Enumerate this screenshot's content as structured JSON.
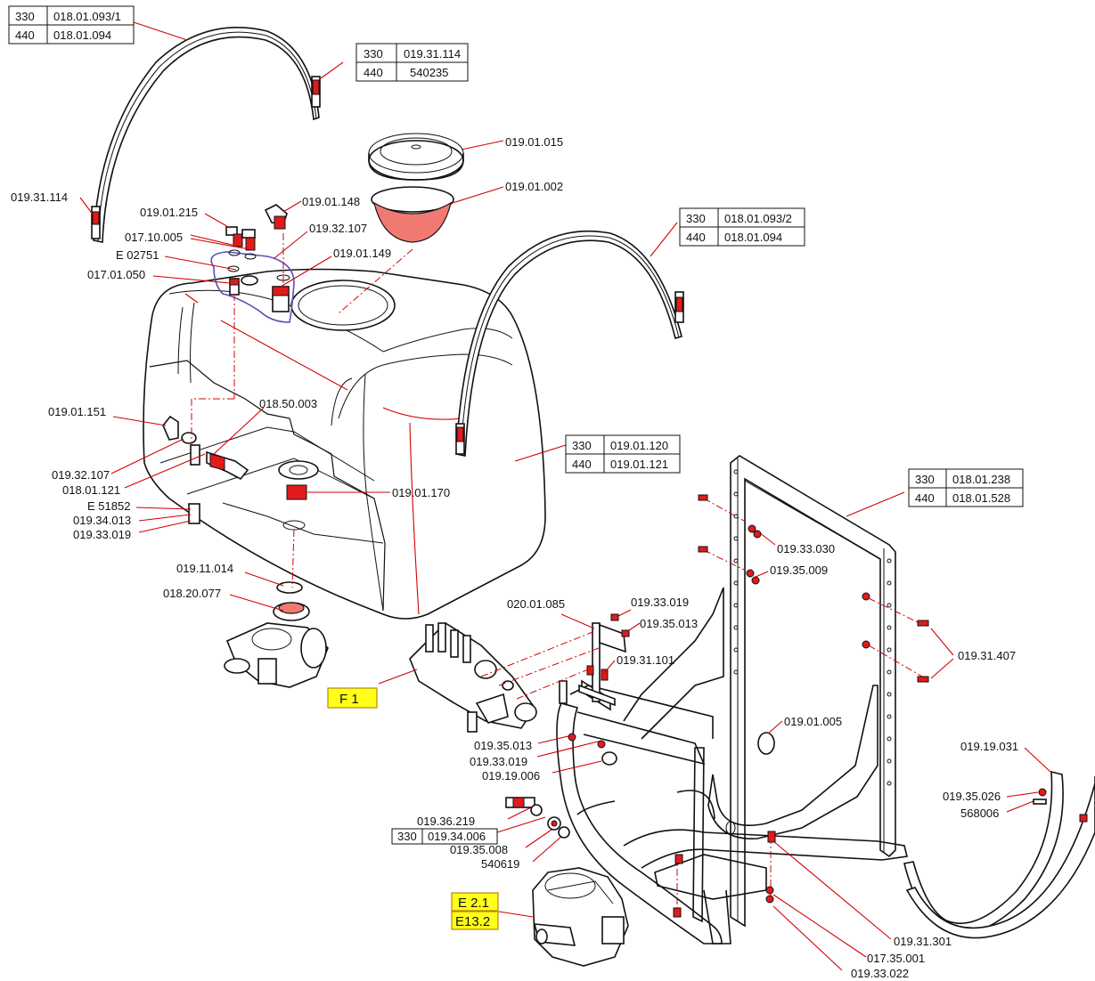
{
  "tables": [
    {
      "id": "t-arch1",
      "rows": [
        [
          "330",
          "018.01.093/1"
        ],
        [
          "440",
          "018.01.094"
        ]
      ]
    },
    {
      "id": "t-bolt",
      "rows": [
        [
          "330",
          "019.31.114"
        ],
        [
          "440",
          "540235"
        ]
      ]
    },
    {
      "id": "t-arch2",
      "rows": [
        [
          "330",
          "018.01.093/2"
        ],
        [
          "440",
          "018.01.094"
        ]
      ]
    },
    {
      "id": "t-tank",
      "rows": [
        [
          "330",
          "019.01.120"
        ],
        [
          "440",
          "019.01.121"
        ]
      ]
    },
    {
      "id": "t-frame",
      "rows": [
        [
          "330",
          "018.01.238"
        ],
        [
          "440",
          "018.01.528"
        ]
      ]
    },
    {
      "id": "t-washer",
      "rows": [
        [
          "330",
          "019.34.006"
        ]
      ]
    }
  ],
  "labels": {
    "lid": "019.01.015",
    "strainer": "019.01.002",
    "elbow_top": "019.01.148",
    "fitting_215": "019.01.215",
    "washer_107_top": "019.32.107",
    "washer_005": "017.10.005",
    "e_02751": "E 02751",
    "nut_149": "019.01.149",
    "fitting_050": "017.01.050",
    "bolt_114_left": "019.31.114",
    "elbow_151": "019.01.151",
    "pipe_003": "018.50.003",
    "washer_107_low": "019.32.107",
    "part_121": "018.01.121",
    "e_51852": "E 51852",
    "nut_013": "019.34.013",
    "screw_019_left": "019.33.019",
    "drain_170": "019.01.170",
    "washer_014": "019.11.014",
    "valve_077": "018.20.077",
    "bracket_085": "020.01.085",
    "screw_019_mid": "019.33.019",
    "washer_013_mid": "019.35.013",
    "screw_101": "019.31.101",
    "screw_030": "019.33.030",
    "washer_009": "019.35.009",
    "bolt_407": "019.31.407",
    "bush_005": "019.01.005",
    "washer_013_low": "019.35.013",
    "screw_019_low": "019.33.019",
    "roller_006": "019.19.006",
    "pin_219": "019.36.219",
    "washer_008": "019.35.008",
    "part_540619": "540619",
    "strap_031": "019.19.031",
    "washer_026": "019.35.026",
    "part_568006": "568006",
    "bolt_301": "019.31.301",
    "nut_001": "017.35.001",
    "screw_022": "019.33.022"
  },
  "refs": {
    "f1": "F 1",
    "e21": "E 2.1",
    "e132": "E13.2"
  },
  "colors": {
    "leader": "#d40000",
    "ref_box": "#ffff1a",
    "mesh": "#f07a72",
    "hose": "#5b4fb8"
  }
}
